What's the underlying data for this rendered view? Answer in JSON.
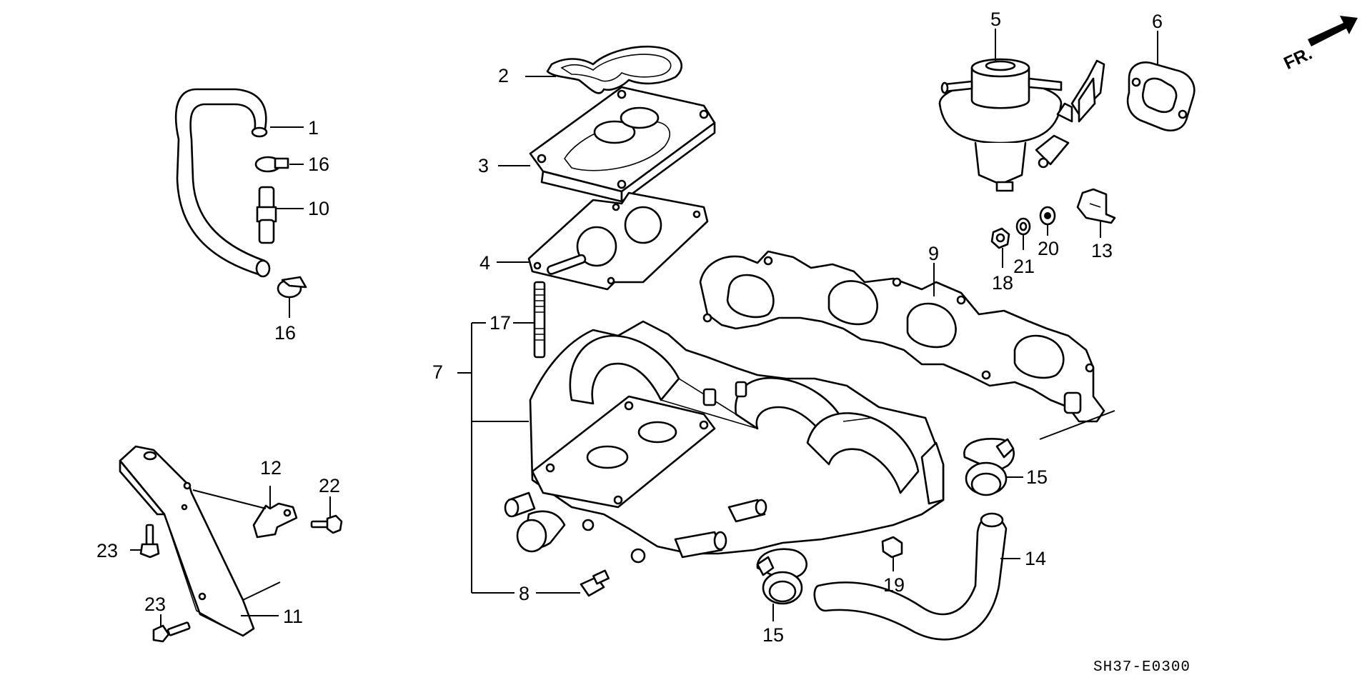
{
  "callouts": {
    "c1": "1",
    "c2": "2",
    "c3": "3",
    "c4": "4",
    "c5": "5",
    "c6": "6",
    "c7": "7",
    "c8": "8",
    "c9": "9",
    "c10": "10",
    "c11": "11",
    "c12": "12",
    "c13": "13",
    "c14": "14",
    "c15a": "15",
    "c15b": "15",
    "c16a": "16",
    "c16b": "16",
    "c17": "17",
    "c18": "18",
    "c19": "19",
    "c20": "20",
    "c21": "21",
    "c22": "22",
    "c23a": "23",
    "c23b": "23"
  },
  "direction_label": "FR.",
  "diagram_code": "SH37-E0300"
}
